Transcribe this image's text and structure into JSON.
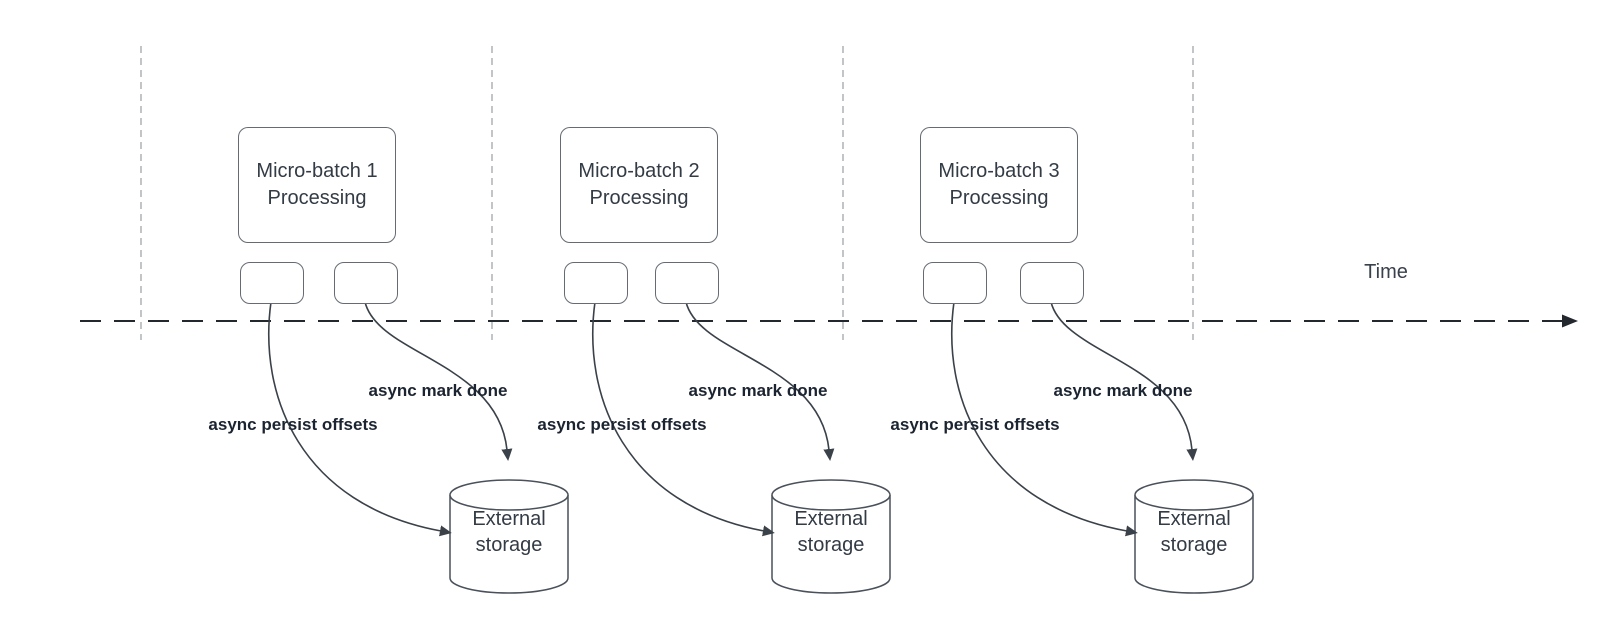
{
  "timeline": {
    "label": "Time"
  },
  "batches": [
    {
      "title_line1": "Micro-batch 1",
      "title_line2": "Processing",
      "persist_label": "async persist offsets",
      "done_label": "async mark done",
      "storage_line1": "External",
      "storage_line2": "storage"
    },
    {
      "title_line1": "Micro-batch 2",
      "title_line2": "Processing",
      "persist_label": "async persist offsets",
      "done_label": "async mark done",
      "storage_line1": "External",
      "storage_line2": "storage"
    },
    {
      "title_line1": "Micro-batch 3",
      "title_line2": "Processing",
      "persist_label": "async persist offsets",
      "done_label": "async mark done",
      "storage_line1": "External",
      "storage_line2": "storage"
    }
  ],
  "colors": {
    "background": "#ffffff",
    "shape_stroke": "#666b73",
    "arrow_stroke": "#3a4149",
    "timeline_stroke": "#23272e",
    "guide_stroke": "#b4b7bb",
    "box_text": "#333b45",
    "bold_label_text": "#1b2430",
    "time_text": "#39414d"
  }
}
